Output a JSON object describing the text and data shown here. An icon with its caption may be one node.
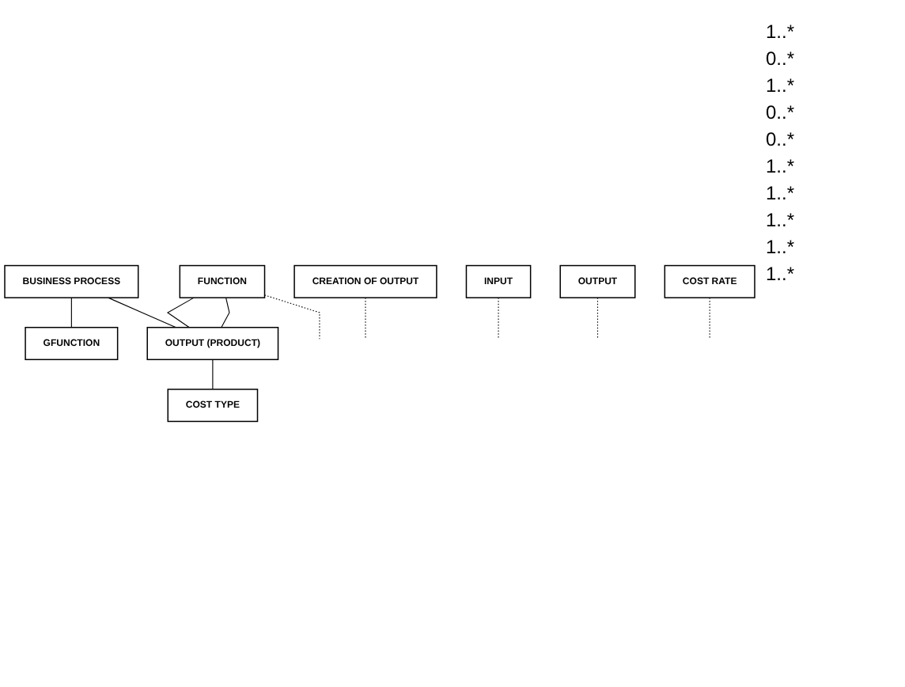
{
  "diagram": {
    "nodes": [
      {
        "text": [
          "BUSINESS PROCESS"
        ]
      },
      {
        "text": [
          "GFUNCTION"
        ]
      },
      {
        "text": [
          "CREATION OF OUTPUT"
        ]
      },
      {
        "text": [
          "FUNCTION"
        ]
      },
      {
        "text": [
          "INPUT"
        ]
      },
      {
        "text": [
          "OUTPUT"
        ]
      },
      {
        "text": [
          "COST RATE"
        ]
      },
      {
        "text": [
          "OUTPUT (PRODUCT)"
        ]
      },
      {
        "text": [
          "COST TYPE"
        ]
      }
    ],
    "edges": [
      {
        "from": 0,
        "to": 1,
        "arrow": "none"
      },
      {
        "from": 3,
        "to": null,
        "arrow": "none",
        "style": "dashed"
      },
      {
        "from": 0,
        "to": 7,
        "arrow": "none"
      },
      {
        "from": 2,
        "to": null,
        "arrow": "none",
        "style": "dashed"
      },
      {
        "from": 3,
        "to": 7,
        "arrow": "none"
      },
      {
        "from": 3,
        "to": 7,
        "arrow": "none"
      },
      {
        "from": 4,
        "to": null,
        "arrow": "none",
        "style": "dashed"
      },
      {
        "from": 5,
        "to": null,
        "arrow": "none",
        "style": "dashed"
      },
      {
        "from": 7,
        "to": 8,
        "arrow": "none"
      },
      {
        "from": 6,
        "to": null,
        "arrow": "none",
        "style": "dashed"
      }
    ],
    "labels": [
      "1..*",
      "0..*",
      "1..*",
      "0..*",
      "0..*",
      "1..*",
      "1..*",
      "1..*",
      "1..*",
      "1..*"
    ]
  }
}
